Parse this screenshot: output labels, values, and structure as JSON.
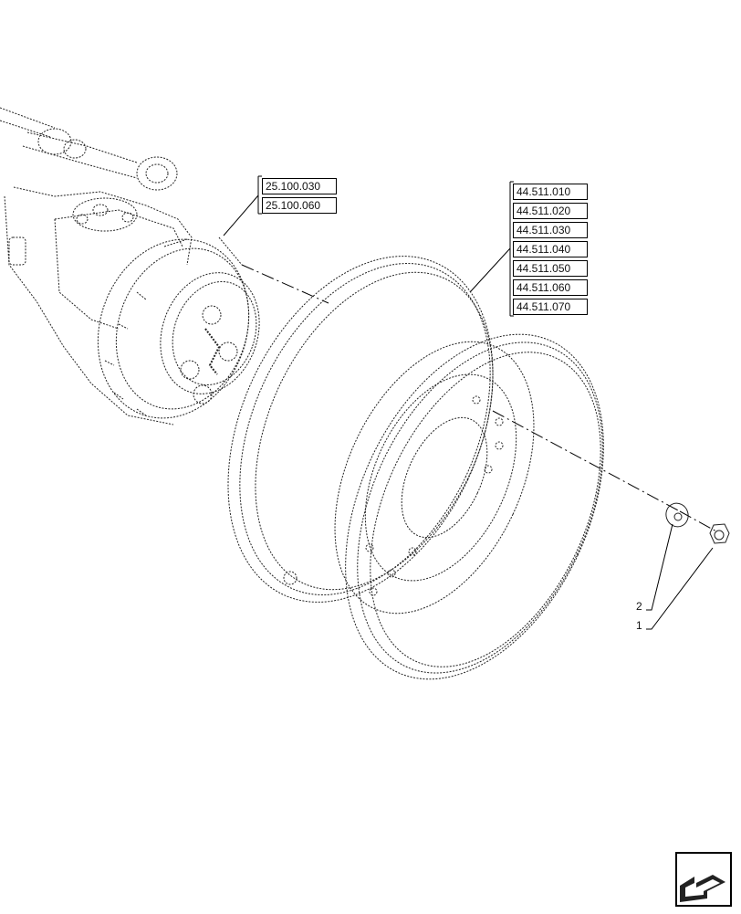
{
  "assembly_references": [
    "25.100.030",
    "25.100.060"
  ],
  "wheel_references": [
    "44.511.010",
    "44.511.020",
    "44.511.030",
    "44.511.040",
    "44.511.050",
    "44.511.060",
    "44.511.070"
  ],
  "callouts": {
    "washer": "2",
    "nut": "1"
  },
  "icons": {
    "navigation": "arrow-left-page-icon"
  },
  "colors": {
    "line": "#000000",
    "background": "#ffffff"
  }
}
